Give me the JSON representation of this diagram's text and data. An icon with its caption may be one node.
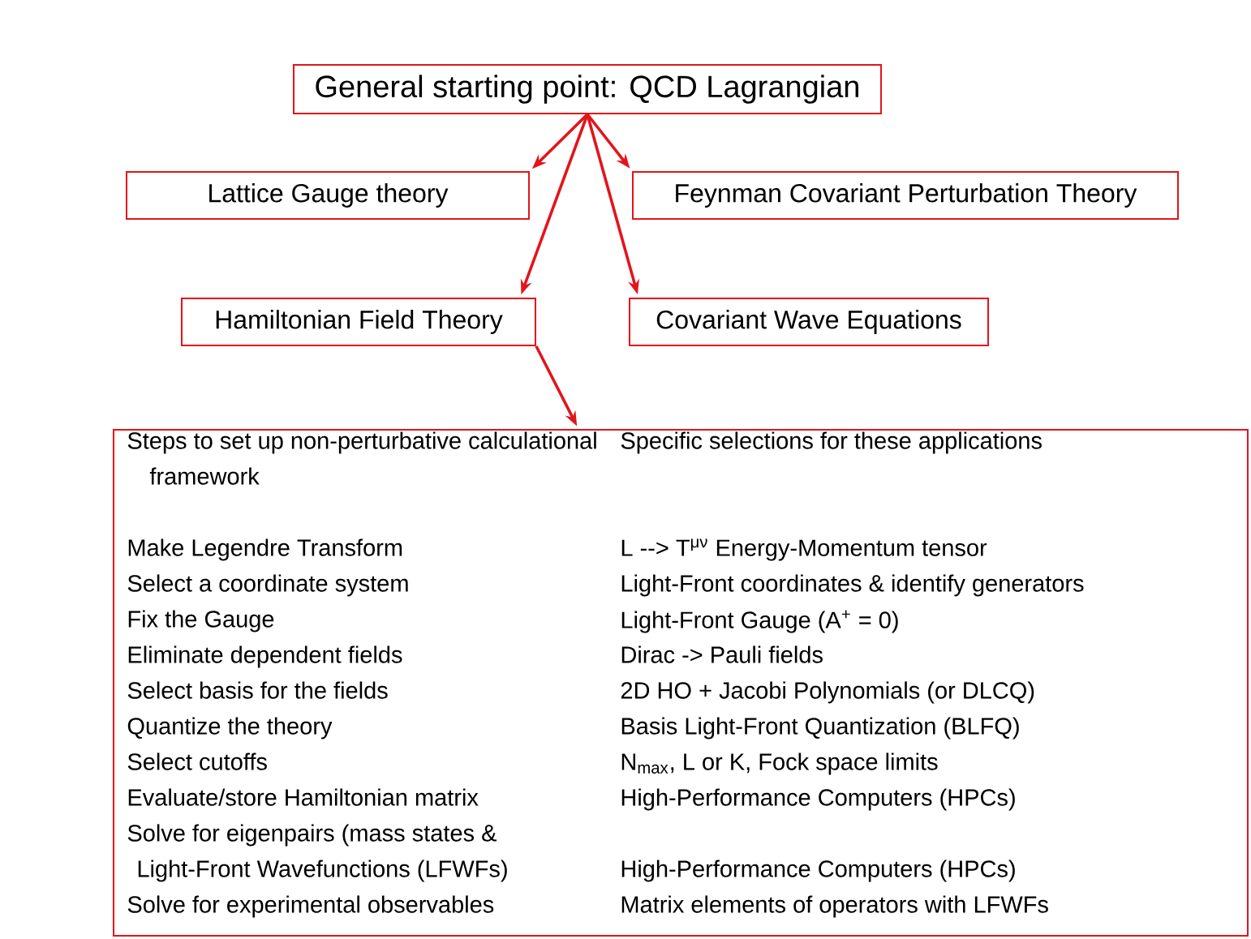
{
  "diagram": {
    "nodes": [
      {
        "text": [
          "General starting point:  QCD Lagrangian"
        ]
      },
      {
        "text": [
          "Lattice Gauge theory"
        ]
      },
      {
        "text": [
          "Feynman Covariant Perturbation  Theory"
        ]
      },
      {
        "text": [
          "Hamiltonian Field Theory"
        ]
      },
      {
        "text": [
          "Covariant Wave Equations"
        ]
      },
      {
        "text": [
          "Steps to set up non-perturbative calculational framework",
          "Specific selections for these applications",
          "Make Legendre Transform",
          "L --> T$^{μν}$   Energy-Momentum tensor",
          "Select a coordinate system",
          "Light-Front coordinates & identify generators",
          "Fix the Gauge",
          "Light-Front Gauge (A$^{+}$ = 0)",
          "Eliminate dependent fields",
          "Dirac -> Pauli fields",
          "Select basis for the fields",
          "2D HO + Jacobi Polynomials (or DLCQ)",
          "Quantize the theory",
          "Basis Light-Front Quantization (BLFQ)",
          "Select cutoffs",
          "N$_{max}$, L or K, Fock space limits",
          "Evaluate/store Hamiltonian matrix",
          "High-Performance Computers (HPCs)",
          "Solve for eigenpairs (mass states & Light-Front Wavefunctions (LFWFs)",
          "High-Performance Computers (HPCs)",
          "Solve for experimental observables",
          "Matrix elements of operators with LFWFs"
        ]
      }
    ],
    "edges": [
      {
        "from": 0,
        "to": 1,
        "arrow": "to"
      },
      {
        "from": 0,
        "to": 2,
        "arrow": "to"
      },
      {
        "from": 0,
        "to": 3,
        "arrow": "to"
      },
      {
        "from": 0,
        "to": 4,
        "arrow": "to"
      },
      {
        "from": 3,
        "to": 5,
        "arrow": "to"
      }
    ]
  }
}
